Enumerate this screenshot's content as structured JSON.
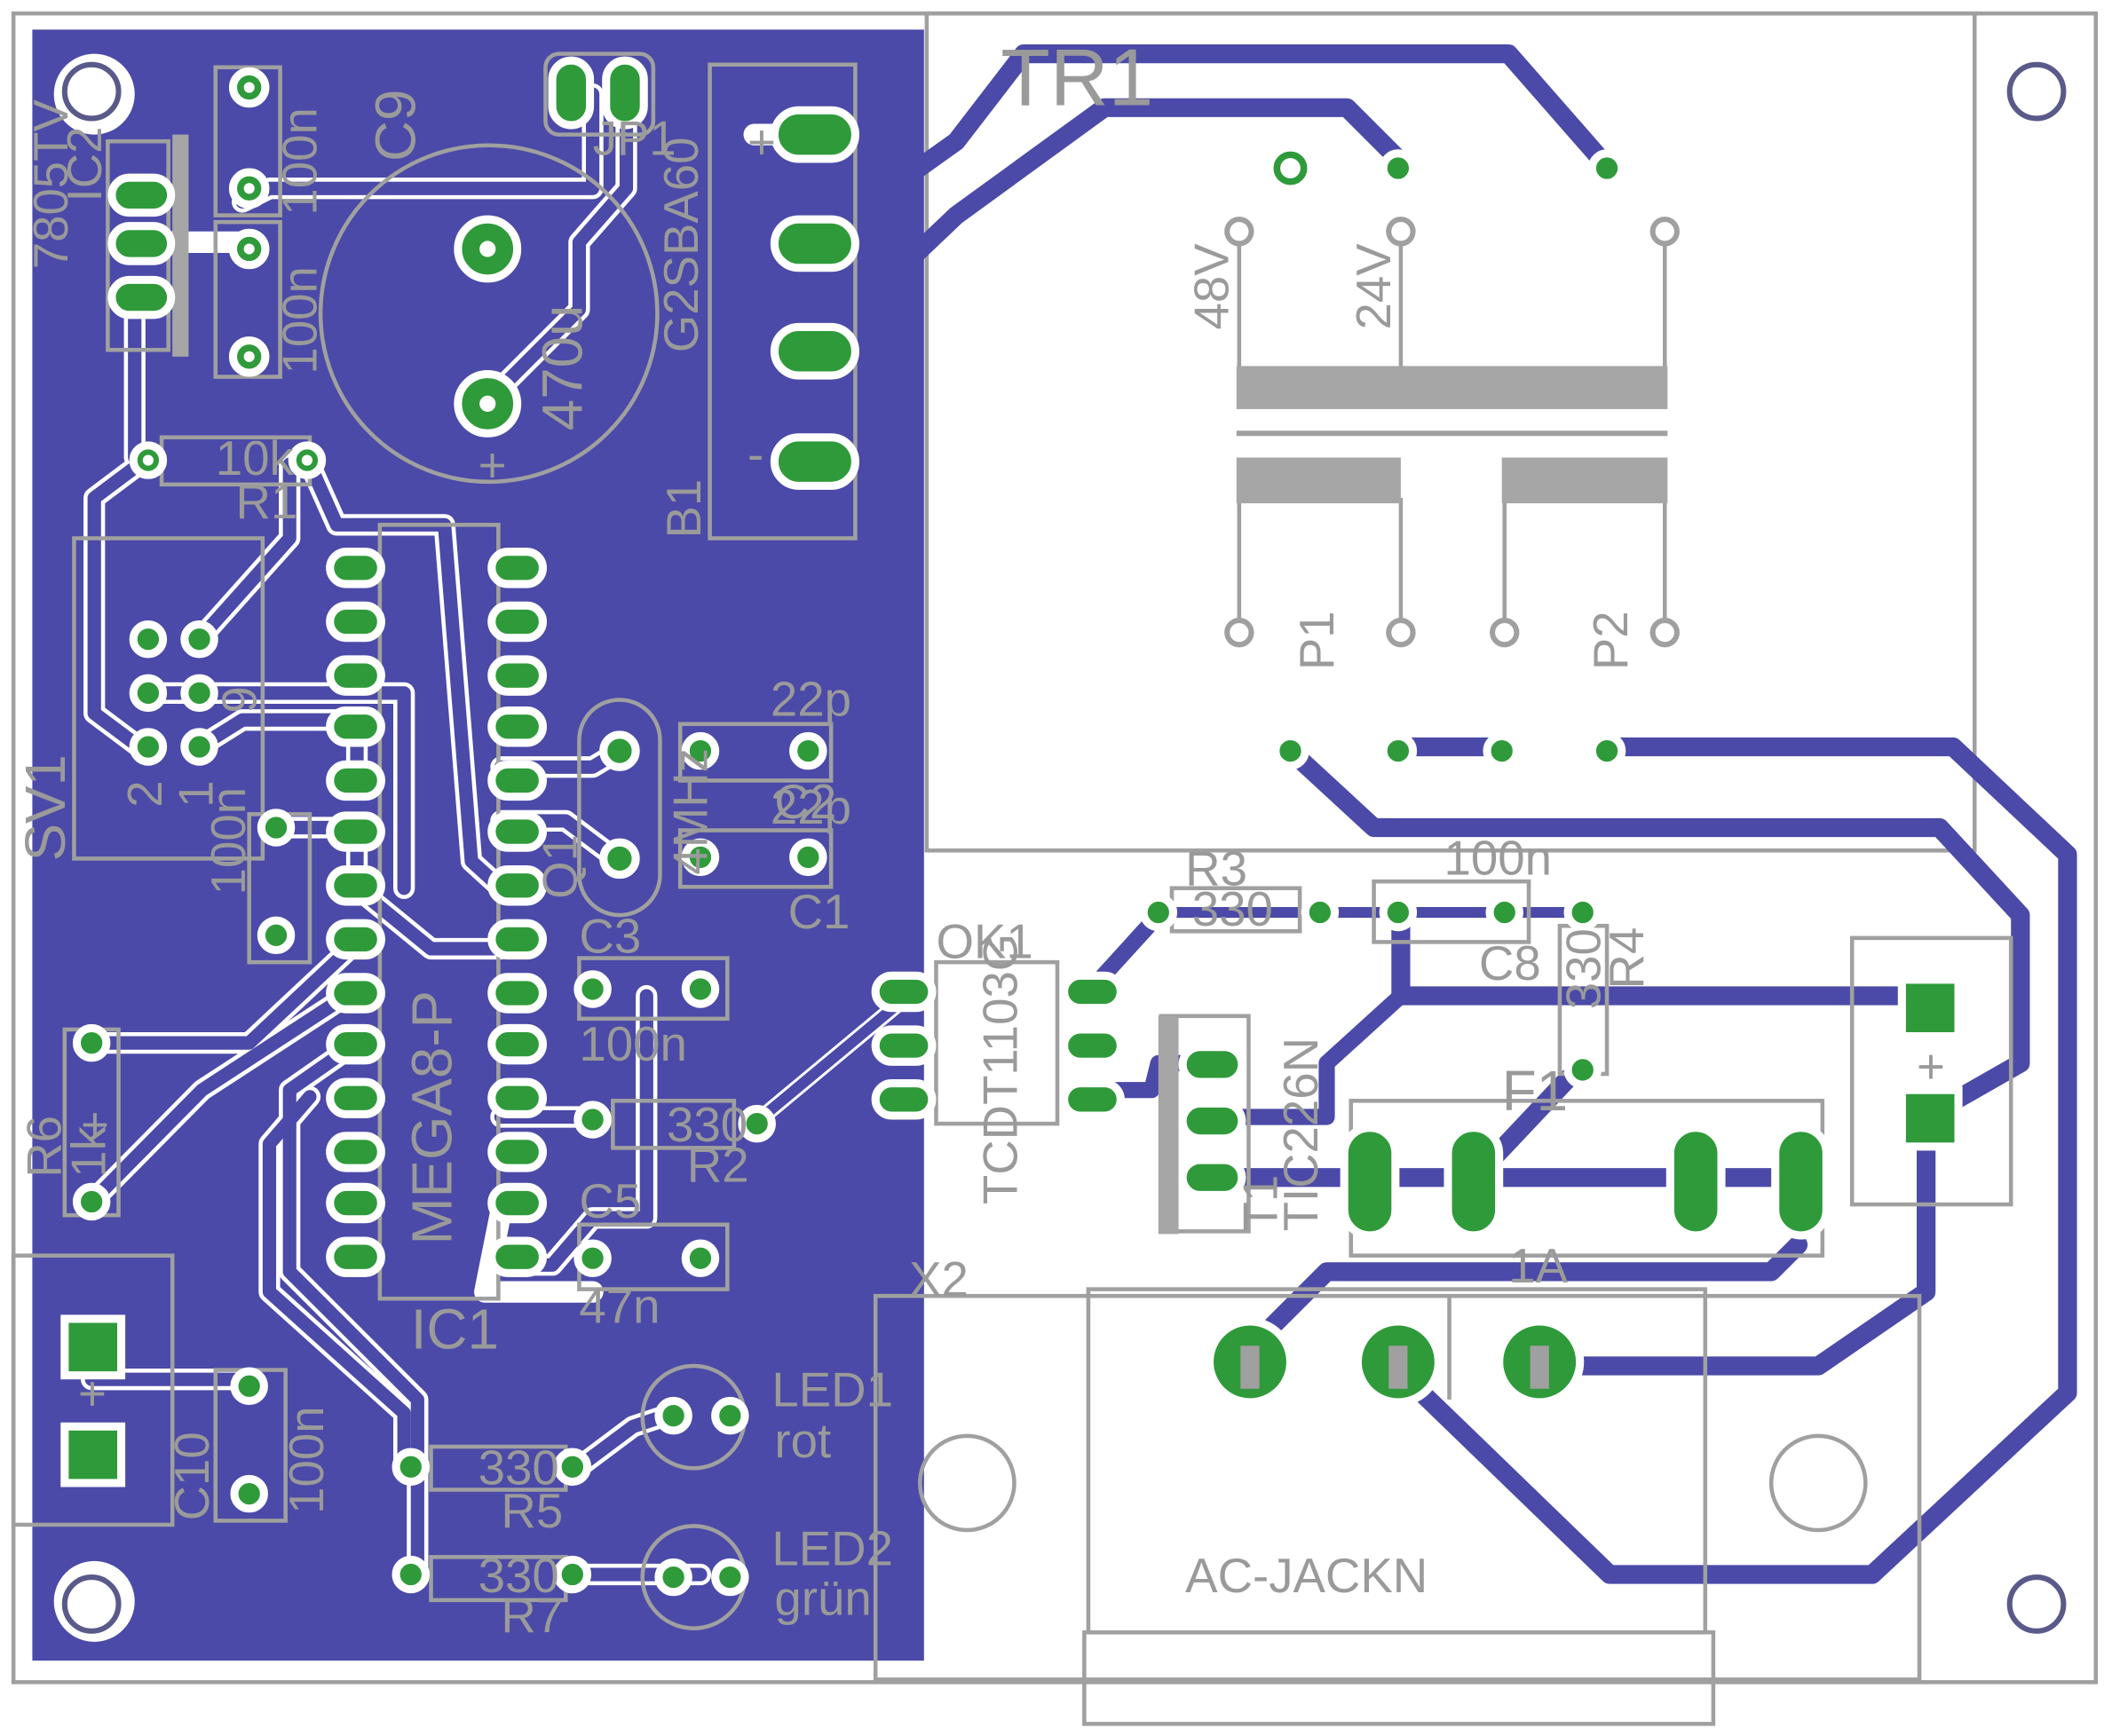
{
  "colors": {
    "copper_fill": "#4b4aa8",
    "pad": "#2f9a3a",
    "silkscreen": "#9a9a9a",
    "board": "#ffffff"
  },
  "labels": {
    "tr1": "TR1",
    "g2sba60": "G2SBA60",
    "b1": "B1",
    "ic2": "IC2",
    "ic2_value": "7805TV",
    "c9": "C9",
    "c9_value": "470u",
    "jp1": "JP1",
    "r1": "R1",
    "r1_value": "10k",
    "sv1": "SV1",
    "c_100n_top1": "100n",
    "c_100n_top2": "100n",
    "c_100n_left": "100n",
    "v48": "48V",
    "v24": "24V",
    "p1": "P1",
    "p2": "P2",
    "c2_value": "22p",
    "c2": "C2",
    "c1_value": "22p",
    "c1": "C1",
    "q1": "Q1",
    "q1_value": "4MHz",
    "c3": "C3",
    "c3_value": "100n",
    "mega": "MEGA8-P",
    "ic1": "IC1",
    "r2": "R2",
    "r2_value": "330",
    "c5": "C5",
    "c5_value": "47n",
    "r6": "R6",
    "r6_value": "1k",
    "c10": "C10",
    "c10_value": "100n",
    "r5": "R5",
    "r5_value": "330",
    "r7": "R7",
    "r7_value": "330",
    "led1": "LED1",
    "led1_color": "rot",
    "led2": "LED2",
    "led2_color": "grün",
    "r3": "R3",
    "r3_value": "330",
    "c8_value": "100n",
    "c8": "C8",
    "r4_value": "330",
    "r4": "R4",
    "ok1": "OK1",
    "ok1_part": "TCDT1103G",
    "t1": "T1",
    "t1_part": "TIC226N",
    "f1": "F1",
    "f1_value": "1A",
    "x2": "X2",
    "ac_jack": "AC-JACKN",
    "pin1": "1",
    "pin9": "9",
    "pin2": "2",
    "plus": "+",
    "minus": "-"
  }
}
